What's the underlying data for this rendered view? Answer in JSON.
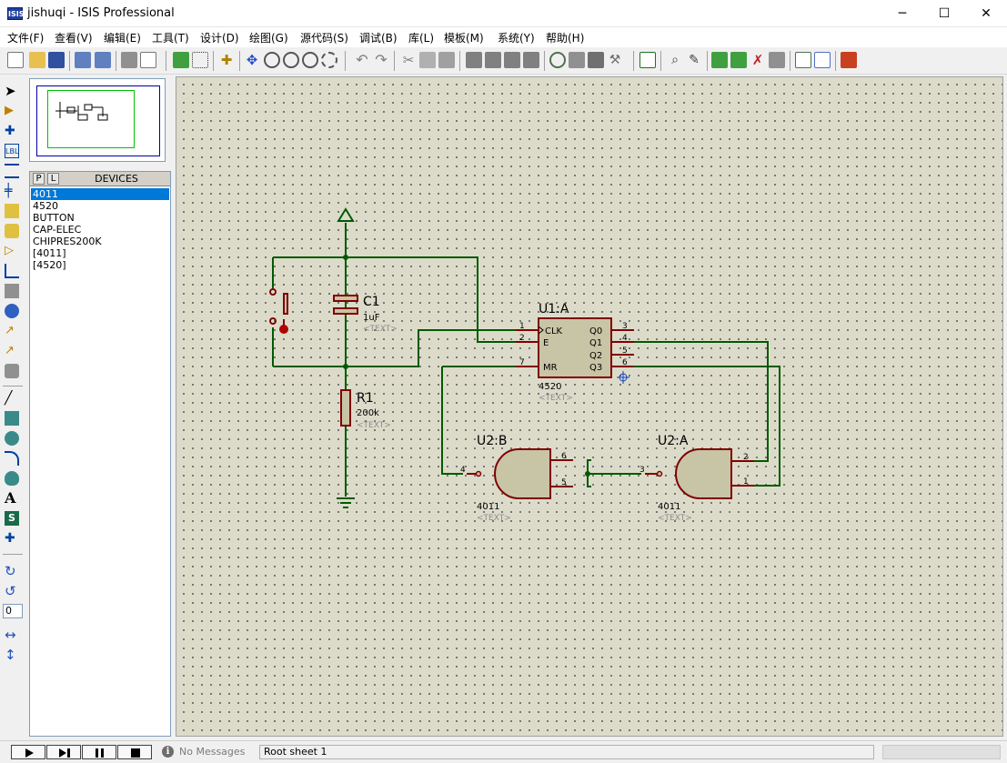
{
  "window": {
    "title": "jishuqi - ISIS Professional",
    "app_icon": "ISIS",
    "minimize": "─",
    "maximize": "☐",
    "close": "✕"
  },
  "menu": [
    "文件(F)",
    "查看(V)",
    "编辑(E)",
    "工具(T)",
    "设计(D)",
    "绘图(G)",
    "源代码(S)",
    "调试(B)",
    "库(L)",
    "模板(M)",
    "系统(Y)",
    "帮助(H)"
  ],
  "devices": {
    "tab_p": "P",
    "tab_l": "L",
    "title": "DEVICES",
    "items": [
      "4011",
      "4520",
      "BUTTON",
      "CAP-ELEC",
      "CHIPRES200K",
      "[4011]",
      "[4520]"
    ],
    "selected": 0
  },
  "rotation": {
    "value": "0"
  },
  "status": {
    "messages": "No Messages",
    "sheet": "Root sheet 1"
  },
  "schematic": {
    "c1": {
      "ref": "C1",
      "value": "1uF",
      "text": "<TEXT>"
    },
    "r1": {
      "ref": "R1",
      "value": "200k",
      "text": "<TEXT>"
    },
    "u1": {
      "ref": "U1:A",
      "part": "4520",
      "text": "<TEXT>",
      "pins_left": [
        "CLK",
        "E",
        "MR"
      ],
      "pins_right": [
        "Q0",
        "Q1",
        "Q2",
        "Q3"
      ],
      "nums_left": [
        "1",
        "2",
        "7"
      ],
      "nums_right": [
        "3",
        "4",
        "5",
        "6"
      ]
    },
    "u2b": {
      "ref": "U2:B",
      "part": "4011",
      "text": "<TEXT>",
      "pins": [
        "6",
        "5",
        "4"
      ]
    },
    "u2a": {
      "ref": "U2:A",
      "part": "4011",
      "text": "<TEXT>",
      "pins": [
        "2",
        "1",
        "3"
      ]
    }
  },
  "colors": {
    "wire": "#005a00",
    "component": "#800000",
    "body": "#c8c4a6",
    "text": "#000000",
    "hint": "#8c8c8c",
    "canvas": "#dcdbca",
    "accent": "#0078d7"
  }
}
